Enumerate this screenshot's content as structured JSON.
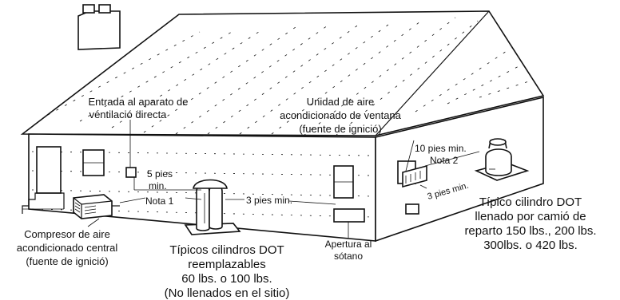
{
  "labels": {
    "vent_entry_1": "Entrada al aparato de",
    "vent_entry_2": "ventilació directa",
    "window_ac_1": "Unidad de aire",
    "window_ac_2": "acondicionado de ventana",
    "window_ac_3": "(fuente de ignició)",
    "dist_10ft": "10 pies min.",
    "note2": "Nota 2",
    "dist_3ft_wall": "3 pies min.",
    "dist_5ft_1": "5 pies",
    "dist_5ft_2": "min.",
    "note1": "Nota 1",
    "dist_3ft": "3 pies min.",
    "compressor_1": "Compresor de aire",
    "compressor_2": "acondicionado central",
    "compressor_3": "(fuente de ignició)",
    "cyl_dot_1": "Típicos cilindros DOT",
    "cyl_dot_2": "reemplazables",
    "cyl_dot_3": "60 lbs. o 100 lbs.",
    "cyl_dot_4": "(No llenados en el sitio)",
    "basement_1": "Apertura al",
    "basement_2": "sótano",
    "truck_1": "Típico cilindro DOT",
    "truck_2": "llenado por camió de",
    "truck_3": "reparto 150 lbs., 200 lbs.",
    "truck_4": "300lbs. o 420 lbs."
  }
}
